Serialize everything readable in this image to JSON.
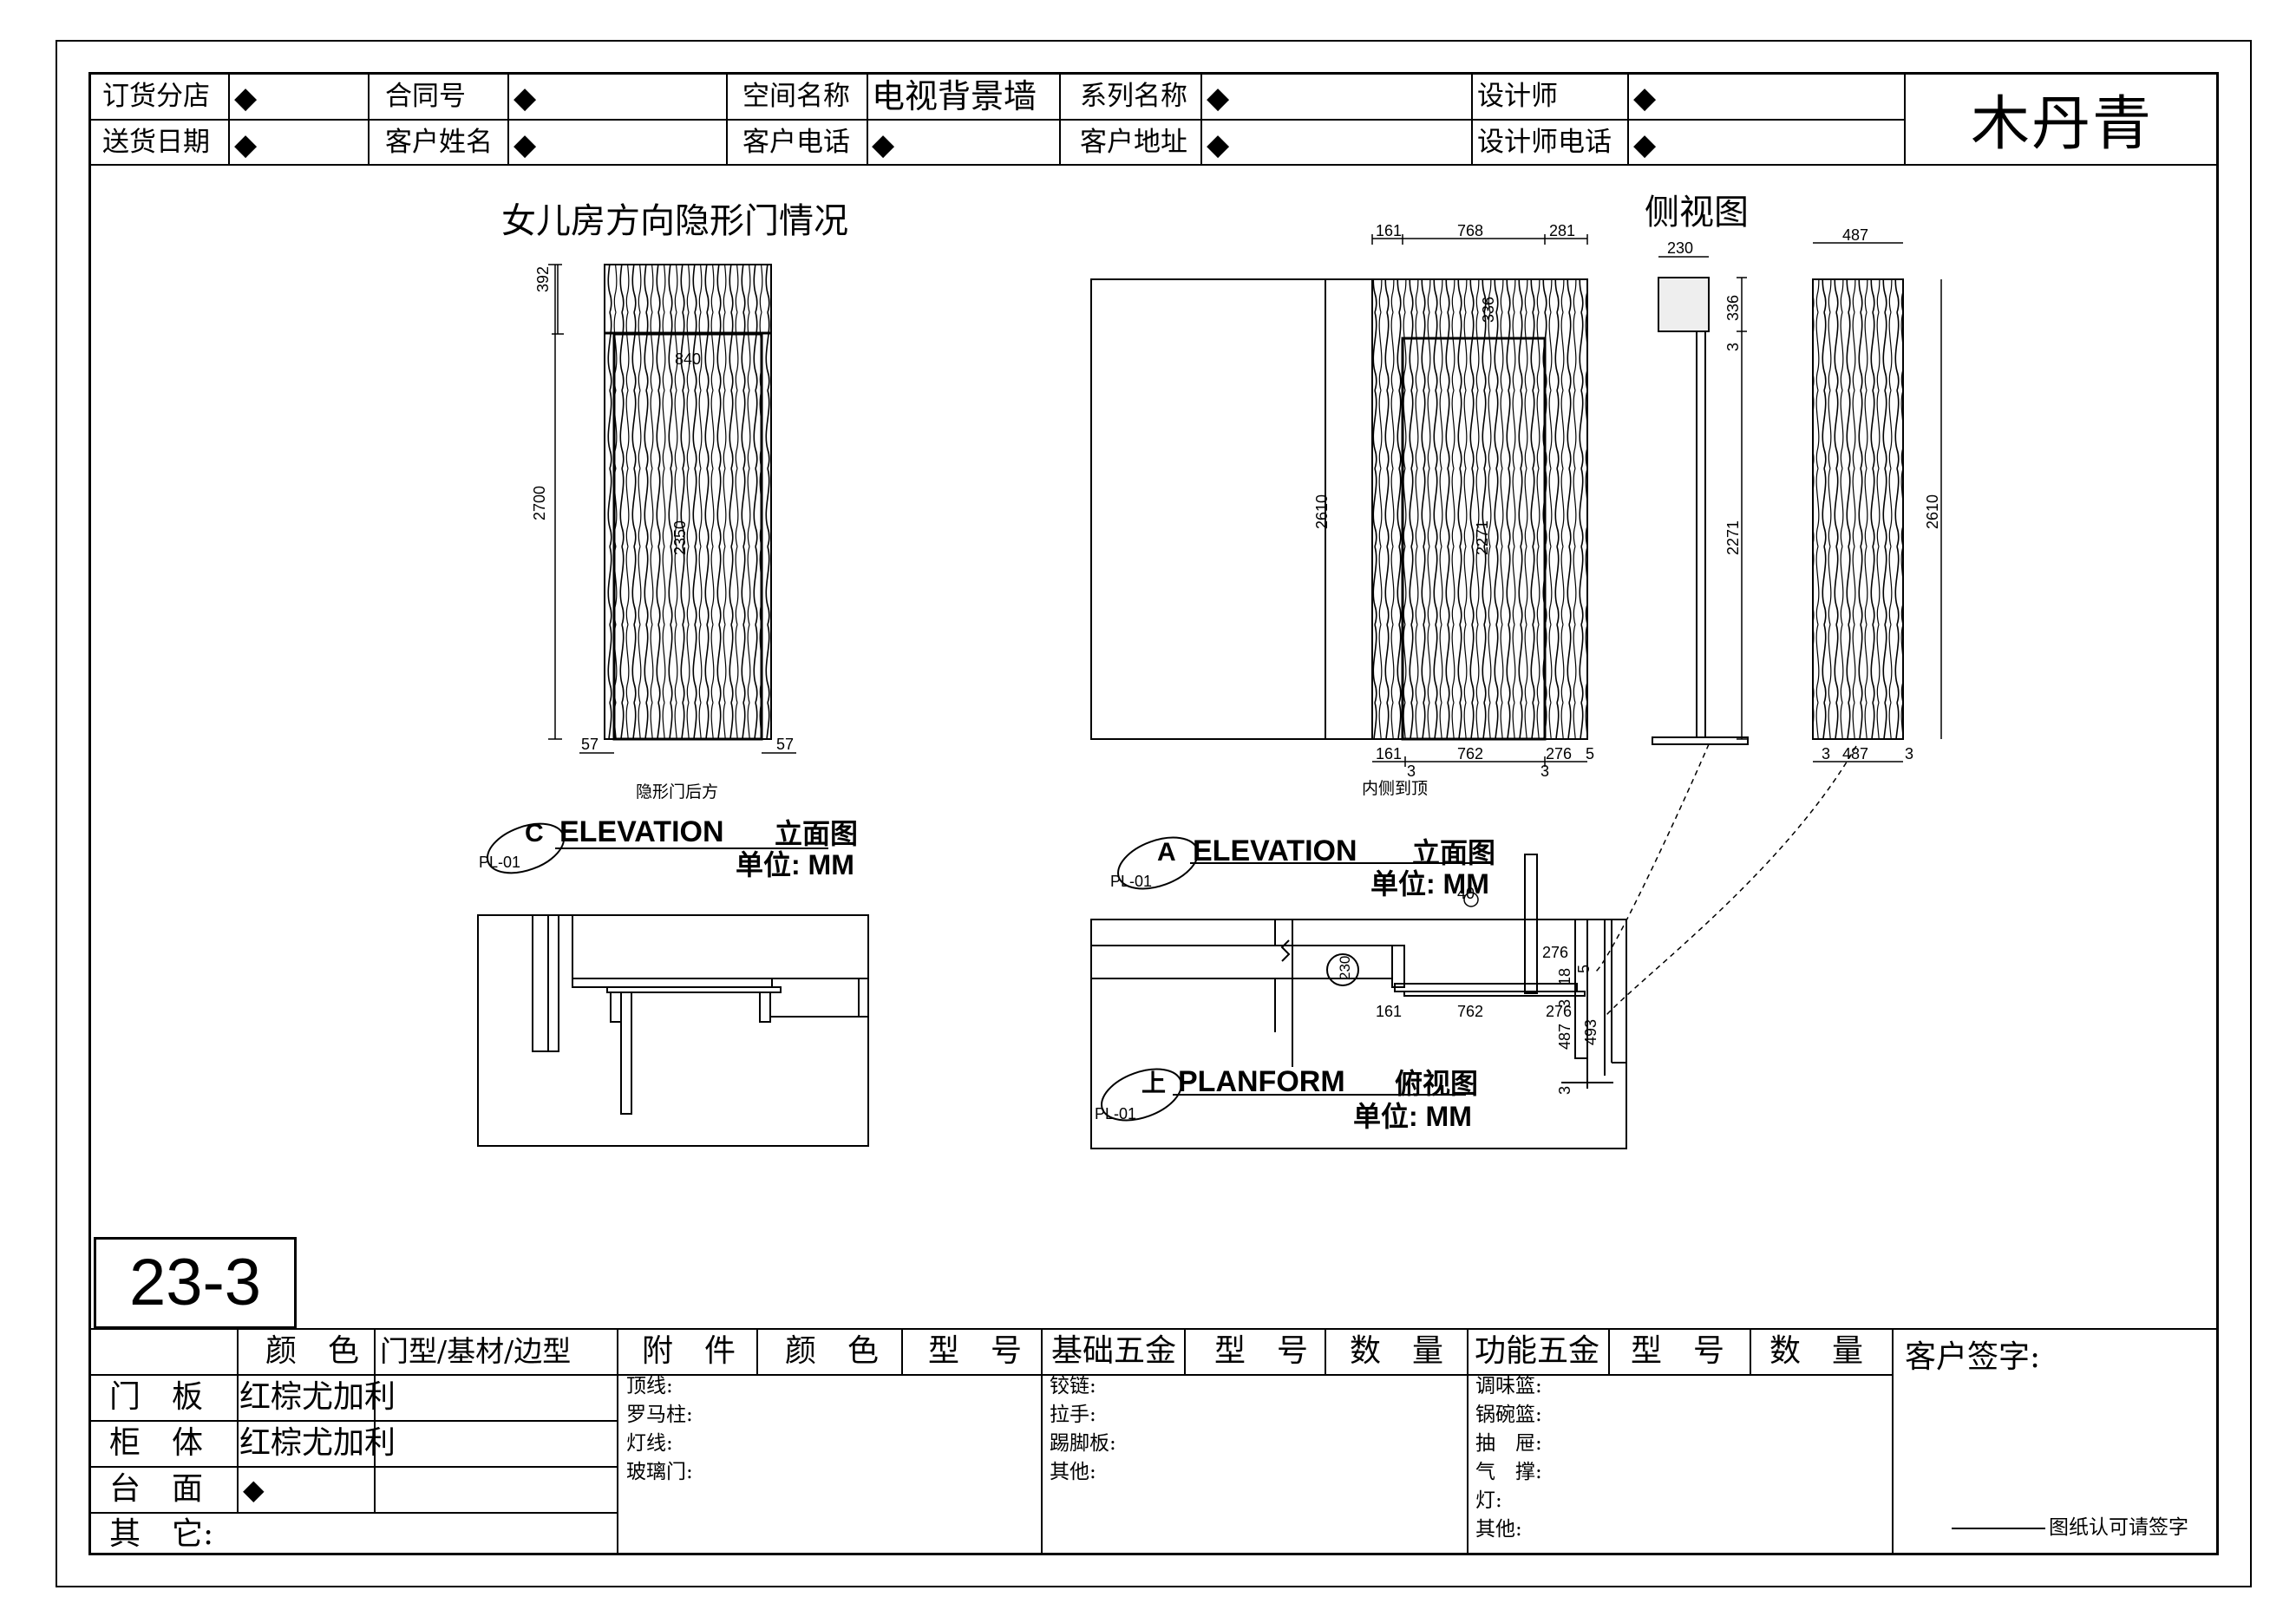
{
  "header": {
    "row1": [
      {
        "label": "订货分店",
        "value": "◆"
      },
      {
        "label": "合同号",
        "value": "◆"
      },
      {
        "label": "空间名称",
        "value": "电视背景墙"
      },
      {
        "label": "系列名称",
        "value": "◆"
      },
      {
        "label": "设计师",
        "value": "◆"
      }
    ],
    "row2": [
      {
        "label": "送货日期",
        "value": "◆"
      },
      {
        "label": "客户姓名",
        "value": "◆"
      },
      {
        "label": "客户电话",
        "value": "◆"
      },
      {
        "label": "客户地址",
        "value": "◆"
      },
      {
        "label": "设计师电话",
        "value": "◆"
      }
    ],
    "logo_text": "木丹青"
  },
  "drawing": {
    "title_left": "女儿房方向隐形门情况",
    "title_side": "侧视图",
    "note_left": "隐形门后方",
    "note_mid": "内侧到顶",
    "view_c": {
      "letter": "C",
      "code": "PL-01",
      "name": "ELEVATION",
      "cn": "立面图",
      "unit": "单位: MM"
    },
    "view_a": {
      "letter": "A",
      "code": "PL-01",
      "name": "ELEVATION",
      "cn": "立面图",
      "unit": "单位: MM"
    },
    "view_plan": {
      "letter": "上",
      "code": "PL-01",
      "name": "PLANFORM",
      "cn": "俯视图",
      "unit": "单位: MM"
    },
    "dims_c": {
      "top": "392",
      "height": "2700",
      "width": "840",
      "inner": "2350",
      "left": "57",
      "right": "57"
    },
    "dims_a": {
      "top_l": "161",
      "top_m": "768",
      "top_r": "281",
      "height": "2610",
      "inner_top": "336",
      "inner": "2271",
      "bot_l": "161",
      "bot_m": "762",
      "bot_r": "276",
      "bot_r2": "5",
      "bot_3a": "3",
      "bot_3b": "3"
    },
    "dims_side": {
      "width": "230",
      "top": "336",
      "gap": "3",
      "height": "2271"
    },
    "dims_right": {
      "width": "487",
      "height": "2610",
      "bot_l": "3",
      "bot_m": "487",
      "bot_r": "3"
    },
    "dims_plan": {
      "circle": "230",
      "d161": "161",
      "d762": "762",
      "d276": "276",
      "d276b": "276",
      "d5": "5",
      "d18": "18",
      "d3": "3",
      "d487": "487",
      "d493": "493",
      "d3b": "3",
      "d40": "40"
    }
  },
  "sheet_number": "23-3",
  "table": {
    "headers": [
      "颜　色",
      "门型/基材/边型",
      "附　件",
      "颜　色",
      "型　号",
      "基础五金",
      "型　号",
      "数　量",
      "功能五金",
      "型　号",
      "数　量"
    ],
    "rows": [
      {
        "label": "门　板",
        "color": "红棕尤加利"
      },
      {
        "label": "柜　体",
        "color": "红棕尤加利"
      },
      {
        "label": "台　面",
        "color": "◆"
      },
      {
        "label": "其　它:",
        "color": ""
      }
    ],
    "accessories": [
      "顶线:",
      "罗马柱:",
      "灯线:",
      "玻璃门:"
    ],
    "basic_hardware": [
      "铰链:",
      "拉手:",
      "踢脚板:",
      "其他:"
    ],
    "function_hardware": [
      "调味篮:",
      "锅碗篮:",
      "抽　屉:",
      "气　撑:",
      "灯:",
      "其他:"
    ],
    "signature_label": "客户签字:",
    "signature_note": "图纸认可请签字"
  }
}
